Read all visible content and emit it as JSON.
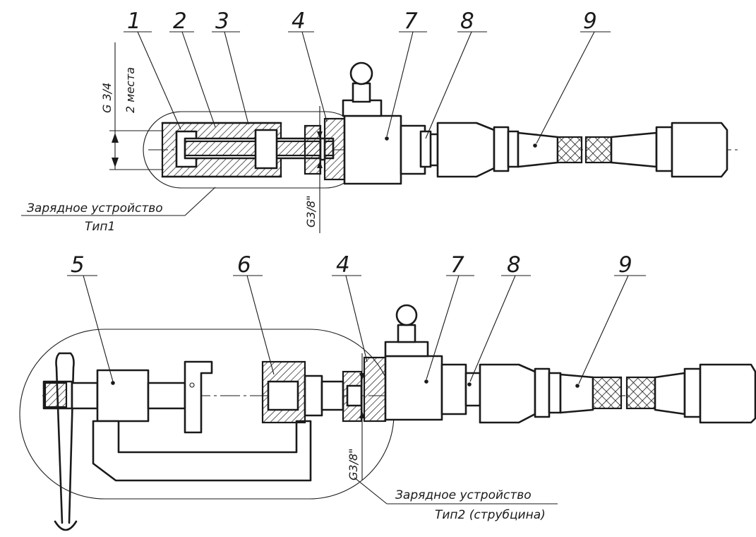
{
  "top": {
    "labels": [
      "1",
      "2",
      "3",
      "4",
      "7",
      "8",
      "9"
    ],
    "dim_thread": "G 3/4",
    "dim_places": "2 места",
    "dim_g38": "G3/8\"",
    "caption_line1": "Зарядное устройство",
    "caption_line2": "Тип1"
  },
  "bottom": {
    "labels": [
      "5",
      "6",
      "4",
      "7",
      "8",
      "9"
    ],
    "dim_g38": "G3/8\"",
    "caption_line1": "Зарядное устройство",
    "caption_line2": "Тип2 (струбцина)"
  }
}
